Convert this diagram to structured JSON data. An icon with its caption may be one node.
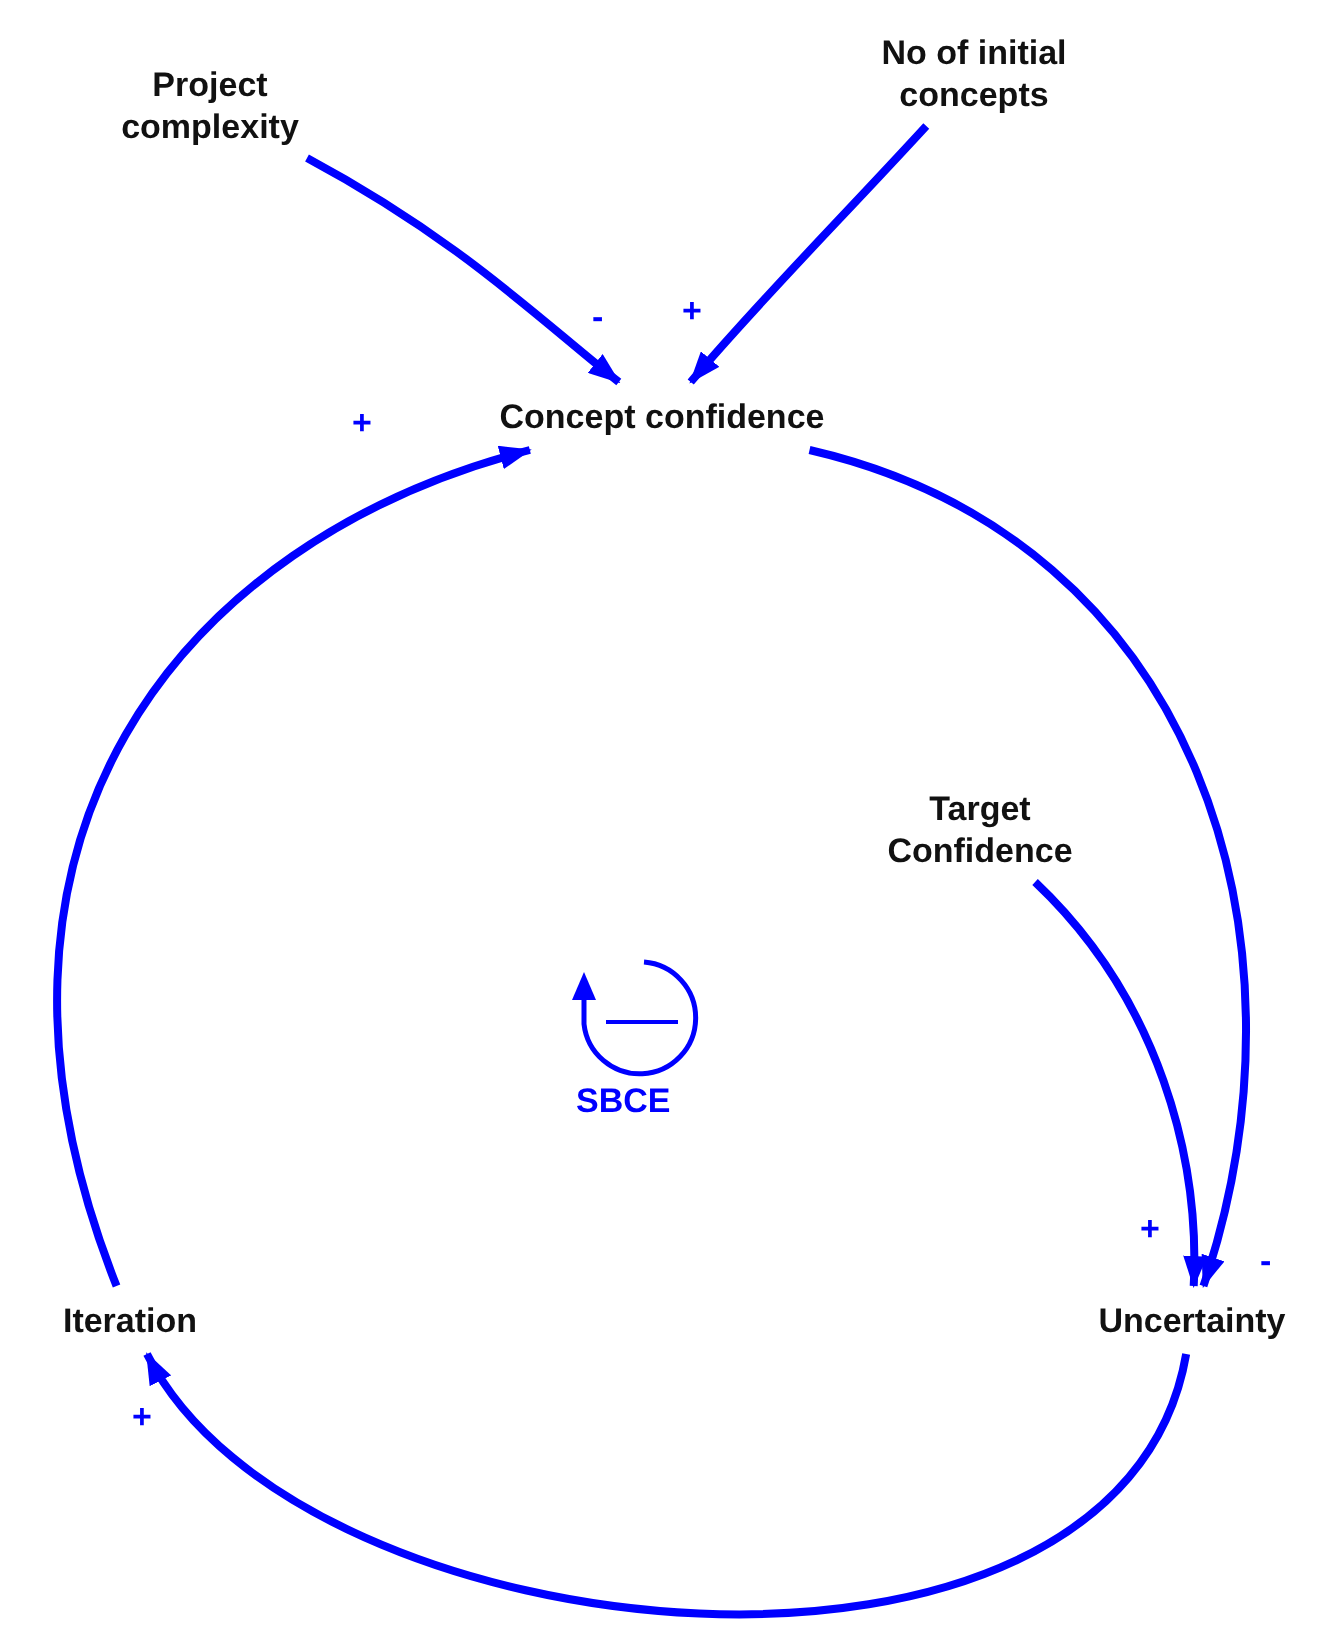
{
  "diagram": {
    "nodes": [
      {
        "text": [
          "Project complexity"
        ]
      },
      {
        "text": [
          "No of initial concepts"
        ]
      },
      {
        "text": [
          "Concept confidence"
        ]
      },
      {
        "text": [
          "Target Confidence"
        ]
      },
      {
        "text": [
          "Uncertainty"
        ]
      },
      {
        "text": [
          "Iteration"
        ]
      }
    ],
    "edges": [
      {
        "from": 0,
        "to": 2,
        "arrow": "to",
        "label": "-"
      },
      {
        "from": 1,
        "to": 2,
        "arrow": "to",
        "label": "+"
      },
      {
        "from": 2,
        "to": 4,
        "arrow": "to",
        "label": "-"
      },
      {
        "from": 3,
        "to": 4,
        "arrow": "to",
        "label": "+"
      },
      {
        "from": 4,
        "to": 5,
        "arrow": "to",
        "label": "+"
      },
      {
        "from": 5,
        "to": 2,
        "arrow": "to",
        "label": "+"
      }
    ],
    "labels": [
      "SBCE"
    ]
  }
}
